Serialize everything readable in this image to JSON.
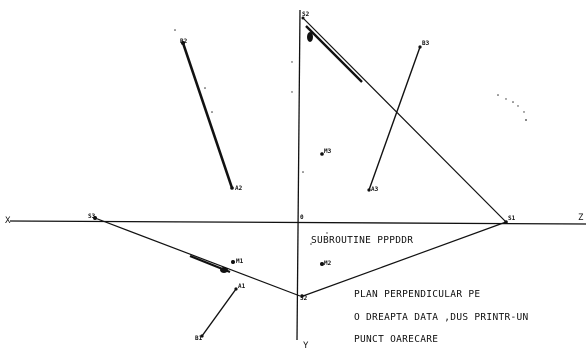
{
  "axis_labels": {
    "x": "X",
    "y": "Y",
    "z": "Z",
    "origin": "0"
  },
  "points": {
    "B2": "B2",
    "A2": "A2",
    "S2": "S2",
    "M2": "M2",
    "B1": "B1",
    "A1": "A1",
    "S3": "S3",
    "S1": "S1",
    "M1": "M1",
    "A3": "A3",
    "M3": "M3",
    "B3": "B3"
  },
  "captions": {
    "subroutine": "SUBROUTINE PPPDDR",
    "desc_line1": "PLAN PERPENDICULAR PE",
    "desc_line2": "O DREAPTA DATA ,DUS PRINTR-UN",
    "desc_line3": "PUNCT OARECARE"
  }
}
